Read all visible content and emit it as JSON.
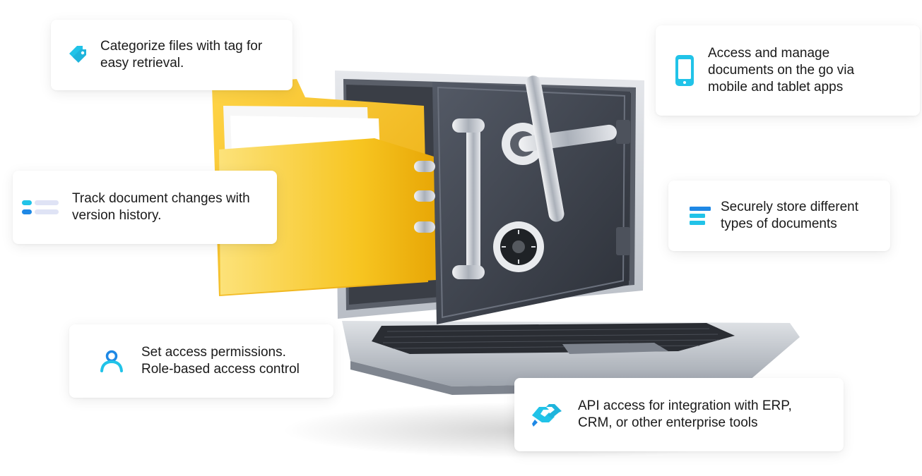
{
  "colors": {
    "accent_cyan": "#21c3e8",
    "accent_blue": "#1e88e5",
    "accent_light": "#dfe3f5",
    "folder_yellow": "#f6c21e",
    "safe_dark": "#3b3f49",
    "laptop_silver": "#d6d9de"
  },
  "illustration": {
    "description_icon": "laptop-with-safe-and-folder"
  },
  "features": {
    "tags": {
      "icon": "tag-icon",
      "text": "Categorize files with tag for\neasy retrieval."
    },
    "mobile": {
      "icon": "mobile-phone-icon",
      "text": "Access and manage\ndocuments on the go via\nmobile and tablet apps"
    },
    "version": {
      "icon": "version-list-icon",
      "text": "Track document changes with\nversion history."
    },
    "store": {
      "icon": "stacked-documents-icon",
      "text": "Securely store different\ntypes of documents"
    },
    "access": {
      "icon": "user-icon",
      "text": "Set access permissions.\nRole-based access control"
    },
    "api": {
      "icon": "handshake-icon",
      "text": "API access for integration with ERP,\nCRM, or other enterprise tools"
    }
  }
}
